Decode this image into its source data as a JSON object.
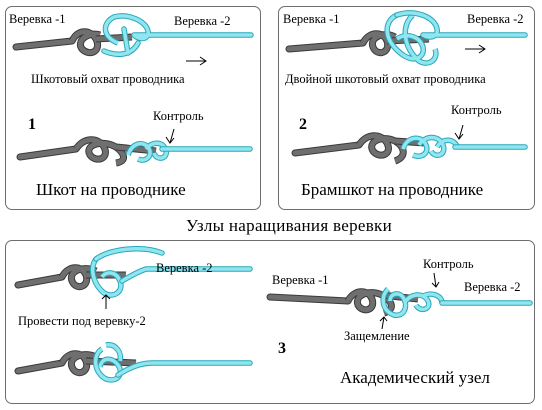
{
  "title": "Узлы  наращивания  веревки",
  "panel1": {
    "rope1": "Веревка -1",
    "rope2": "Веревка -2",
    "subtitle": "Шкотовый охват проводника",
    "number": "1",
    "control": "Контроль",
    "caption": "Шкот  на  проводнике"
  },
  "panel2": {
    "rope1": "Веревка -1",
    "rope2": "Веревка -2",
    "subtitle": "Двойной шкотовый охват проводника",
    "number": "2",
    "control": "Контроль",
    "caption": "Брамшкот  на  проводнике"
  },
  "panel3": {
    "rope2_left": "Веревка -2",
    "pass_under": "Провести под веревку-2",
    "rope1": "Веревка -1",
    "rope2": "Веревка -2",
    "control": "Контроль",
    "pinch": "Защемление",
    "number": "3",
    "caption": "Академический  узел"
  },
  "colors": {
    "rope_gray": "#6f6f6f",
    "rope_gray_edge": "#3a3a3a",
    "rope_cyan": "#8fe6f0",
    "rope_cyan_edge": "#2aa7b8",
    "border": "#6e6e6e"
  }
}
